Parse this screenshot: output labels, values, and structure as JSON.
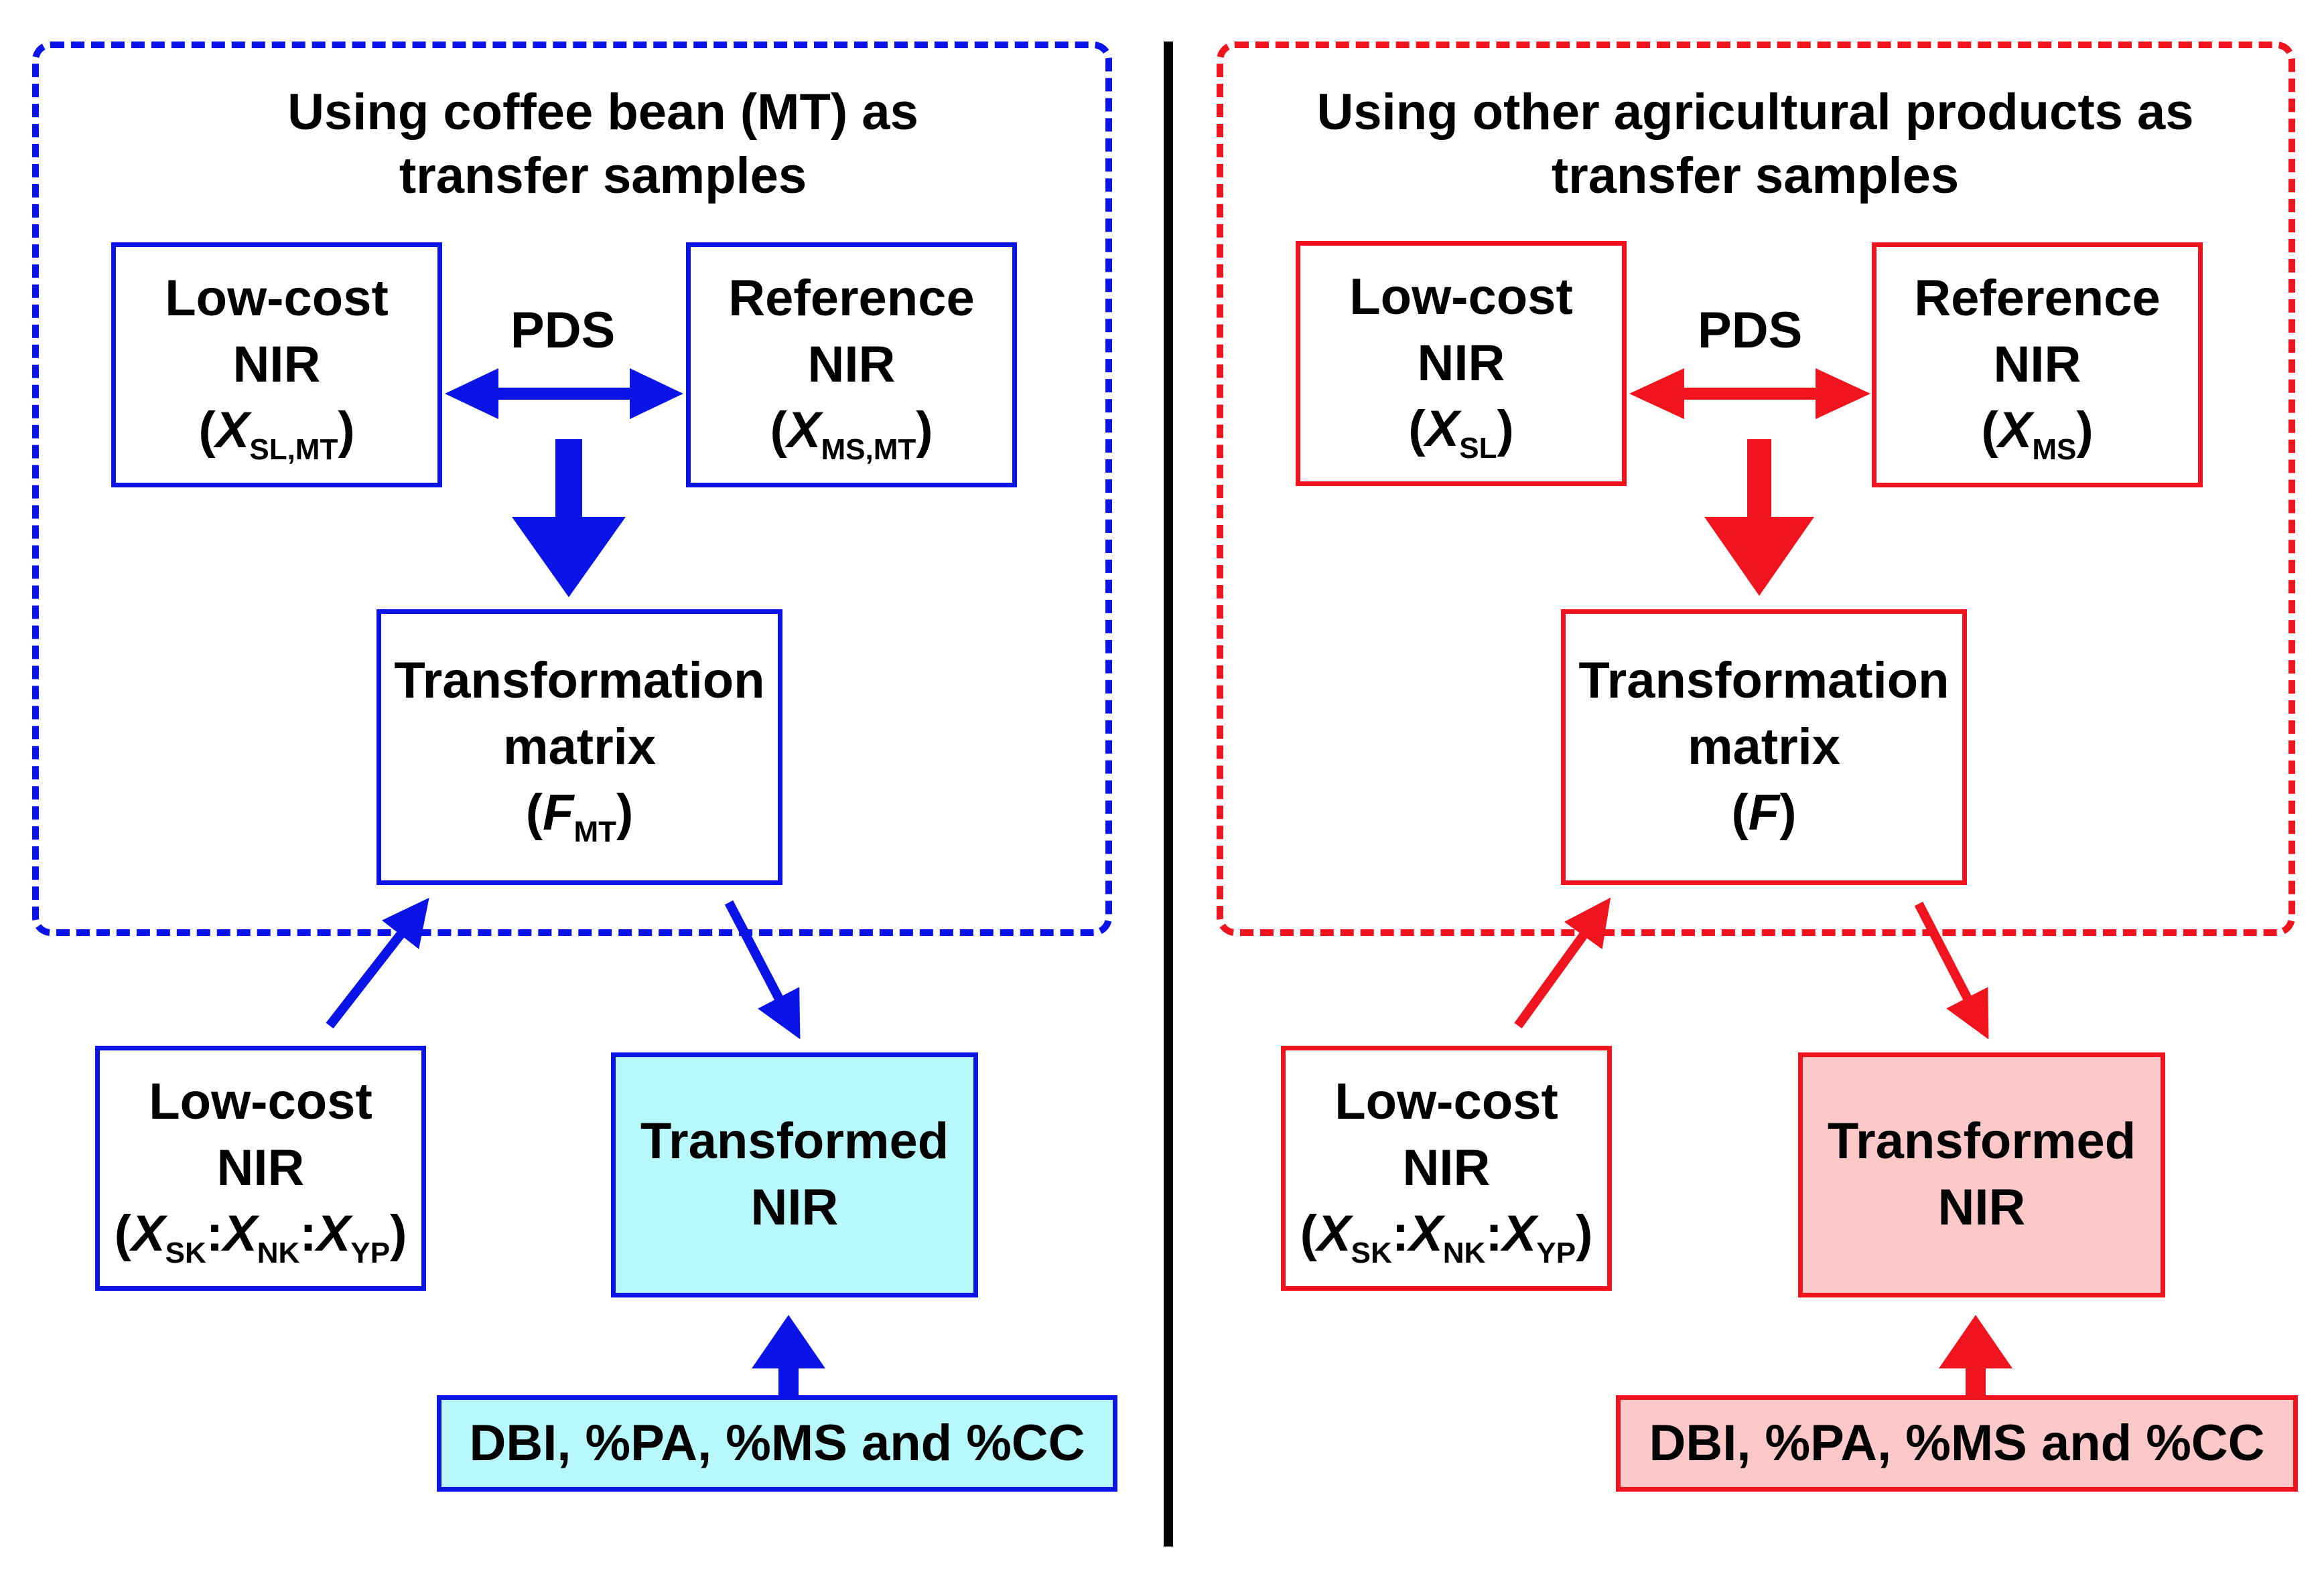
{
  "colors": {
    "left": "#0a14e6",
    "right": "#f0141e",
    "left_fill": "#b6f8fc",
    "right_fill": "#fcc8c8"
  },
  "left": {
    "title_line1": "Using coffee bean (MT) as",
    "title_line2": "transfer samples",
    "pds": "PDS",
    "lowcost": {
      "line1": "Low-cost",
      "line2": "NIR",
      "sym": "X",
      "sub": "SL,MT"
    },
    "reference": {
      "line1": "Reference",
      "line2": "NIR",
      "sym": "X",
      "sub": "MS,MT"
    },
    "transform": {
      "line1": "Transformation",
      "line2": "matrix",
      "sym": "F",
      "sub": "MT"
    },
    "lowcost2": {
      "line1": "Low-cost",
      "line2": "NIR",
      "s1": "X",
      "b1": "SK",
      "s2": "X",
      "b2": "NK",
      "s3": "X",
      "b3": "YP"
    },
    "transformed": {
      "line1": "Transformed",
      "line2": "NIR"
    },
    "params": "DBI, %PA, %MS and %CC"
  },
  "right": {
    "title_line1": "Using other agricultural products as",
    "title_line2": "transfer samples",
    "pds": "PDS",
    "lowcost": {
      "line1": "Low-cost",
      "line2": "NIR",
      "sym": "X",
      "sub": "SL"
    },
    "reference": {
      "line1": "Reference",
      "line2": "NIR",
      "sym": "X",
      "sub": "MS"
    },
    "transform": {
      "line1": "Transformation",
      "line2": "matrix",
      "sym": "F"
    },
    "lowcost2": {
      "line1": "Low-cost",
      "line2": "NIR",
      "s1": "X",
      "b1": "SK",
      "s2": "X",
      "b2": "NK",
      "s3": "X",
      "b3": "YP"
    },
    "transformed": {
      "line1": "Transformed",
      "line2": "NIR"
    },
    "params": "DBI, %PA, %MS and %CC"
  }
}
